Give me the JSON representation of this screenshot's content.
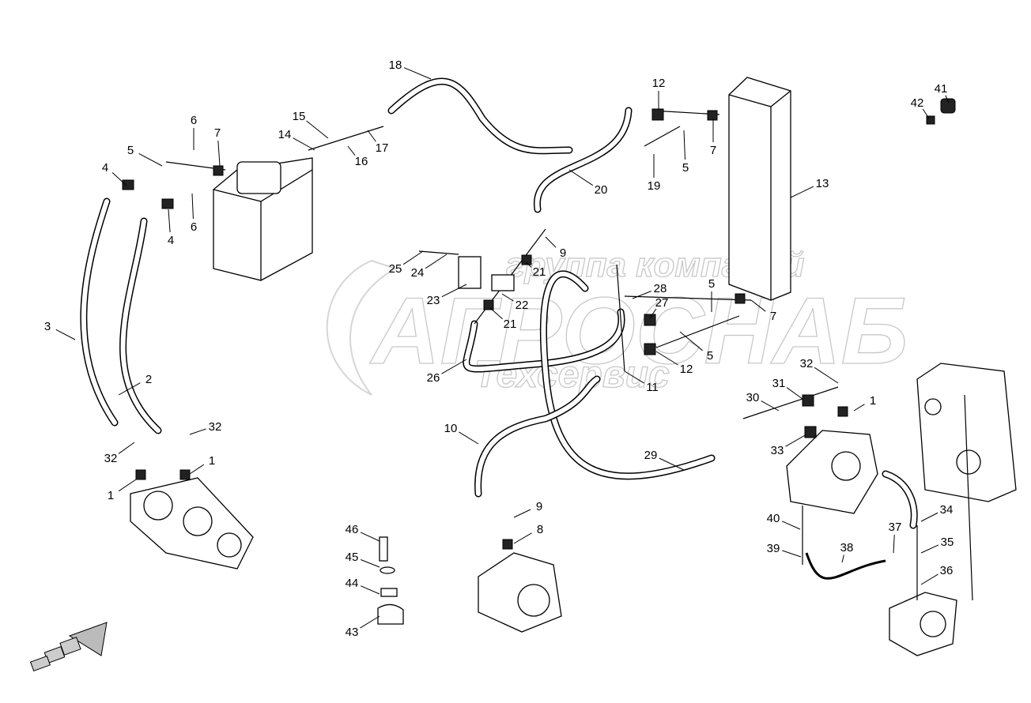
{
  "watermark": {
    "line1": "группа компаний",
    "line2": "АГРОСНАБ",
    "line3": "Техсервис"
  },
  "callouts": [
    "18",
    "12",
    "41",
    "42",
    "6",
    "7",
    "15",
    "14",
    "5",
    "17",
    "16",
    "4",
    "7",
    "5",
    "19",
    "20",
    "13",
    "4",
    "6",
    "9",
    "25",
    "24",
    "21",
    "28",
    "5",
    "23",
    "27",
    "7",
    "22",
    "21",
    "5",
    "12",
    "3",
    "26",
    "11",
    "2",
    "32",
    "31",
    "1",
    "30",
    "32",
    "10",
    "33",
    "29",
    "32",
    "1",
    "1",
    "9",
    "8",
    "34",
    "46",
    "40",
    "37",
    "35",
    "39",
    "38",
    "45",
    "36",
    "44",
    "43"
  ],
  "orientation_icon": "front-direction-arrow-icon"
}
